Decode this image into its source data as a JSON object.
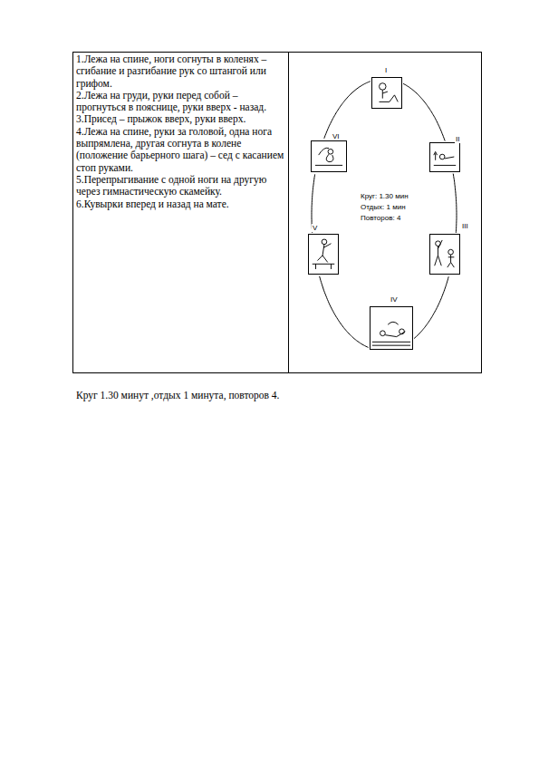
{
  "diagram": {
    "caption": "Круг 1.30 минут ,отдых 1 минута, повторов 4.",
    "nodes": [
      {
        "text": [
          "I"
        ]
      },
      {
        "text": [
          "II"
        ]
      },
      {
        "text": [
          "III"
        ]
      },
      {
        "text": [
          "IV"
        ]
      },
      {
        "text": [
          "V"
        ]
      },
      {
        "text": [
          "VI"
        ]
      }
    ],
    "edges": [
      {
        "from": 0,
        "to": 1,
        "arrow": "none"
      },
      {
        "from": 1,
        "to": 2,
        "arrow": "none"
      },
      {
        "from": 2,
        "to": 3,
        "arrow": "none"
      },
      {
        "from": 3,
        "to": 4,
        "arrow": "none"
      },
      {
        "from": 4,
        "to": 5,
        "arrow": "none"
      },
      {
        "from": 5,
        "to": 0,
        "arrow": "none"
      }
    ],
    "labels": [
      "1.Лежа на спине, ноги согнуты в коленях – сгибание и разгибание рук со штангой или грифом.",
      "2.Лежа на груди, руки перед собой – прогнуться в пояснице, руки вверх - назад.",
      "3.Присед – прыжок вверх, руки вверх.",
      "4.Лежа на спине, руки за головой, одна нога выпрямлена, другая согнута в колене (положение барьерного шага) – сед с касанием стоп руками.",
      "5.Перепрыгивание с одной ноги на другую через гимнастическую скамейку.",
      "6.Кувырки вперед и назад на мате.",
      "Круг: 1.30 мин",
      "Отдых: 1 мин",
      "Повторов: 4"
    ]
  }
}
